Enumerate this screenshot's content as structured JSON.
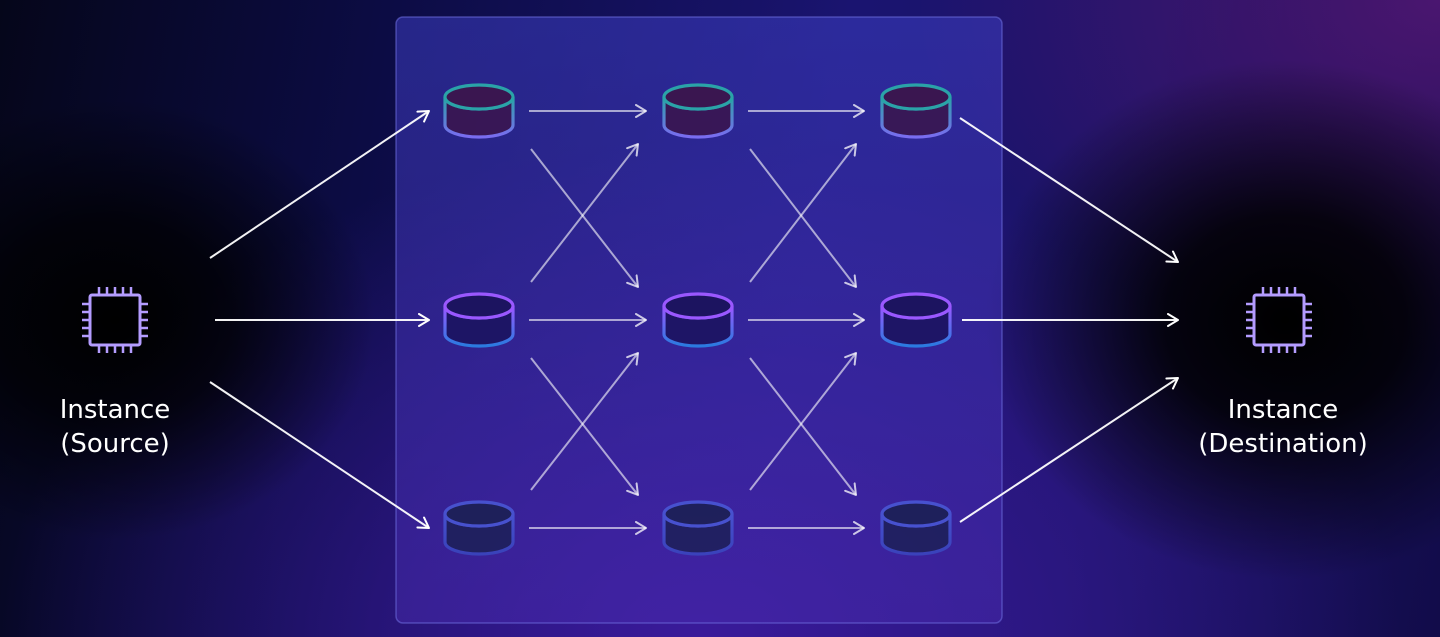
{
  "source": {
    "icon": "cpu-chip-icon",
    "label_line1": "Instance",
    "label_line2": "(Source)"
  },
  "destination": {
    "icon": "cpu-chip-icon",
    "label_line1": "Instance",
    "label_line2": "(Destination)"
  },
  "grid": {
    "rows": 3,
    "columns": 3,
    "node_icon": "database-cylinder-icon"
  },
  "colors": {
    "panel_fill": "#3a3ab8",
    "panel_border": "#6a6ae0",
    "chip_stroke": "#b49cff",
    "arrow": "#ffffff",
    "row_top_rim": "#2aa3a8",
    "row_top_body": "#3a1650",
    "row_mid_rim": "#9a58ff",
    "row_mid_body": "#2a7ae0",
    "row_bot_rim": "#4a5ad8",
    "row_bot_body": "#1a2050"
  }
}
